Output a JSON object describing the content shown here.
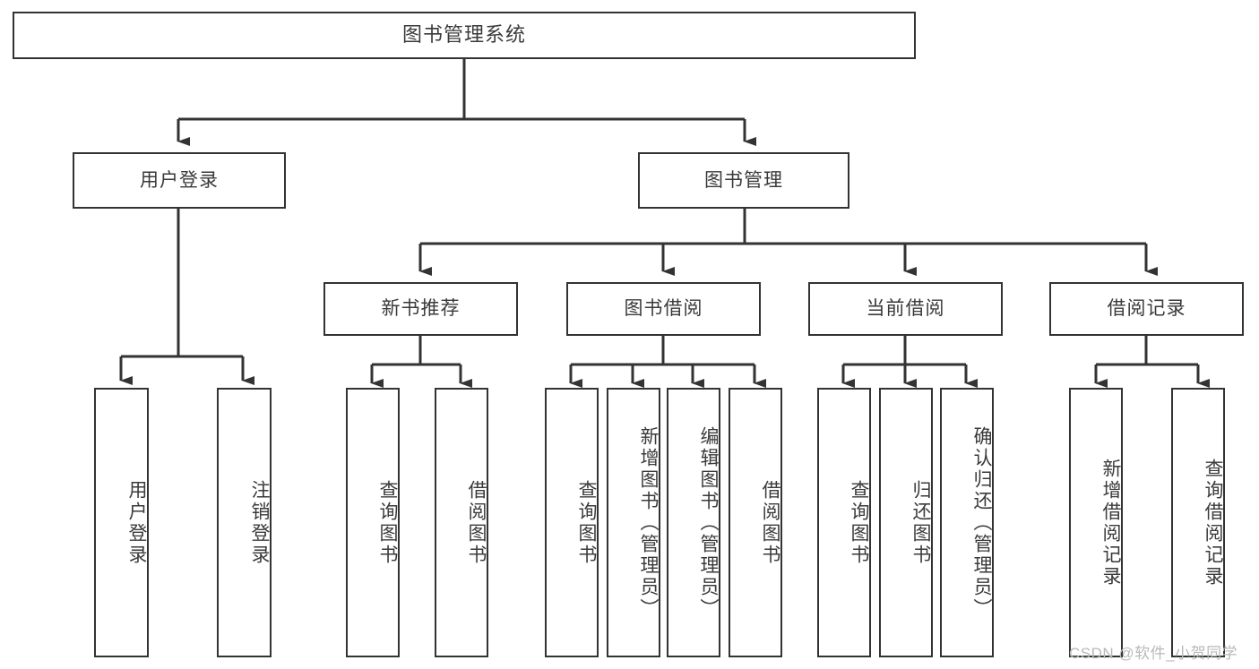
{
  "diagram": {
    "title": "图书管理系统",
    "type": "hierarchy-tree",
    "root": {
      "label": "图书管理系统"
    },
    "level2": [
      {
        "label": "用户登录"
      },
      {
        "label": "图书管理"
      }
    ],
    "level3": [
      {
        "label": "新书推荐"
      },
      {
        "label": "图书借阅"
      },
      {
        "label": "当前借阅"
      },
      {
        "label": "借阅记录"
      }
    ],
    "leaves": {
      "user_login": [
        {
          "label": "用户登录"
        },
        {
          "label": "注销登录"
        }
      ],
      "new_book_recommend": [
        {
          "label": "查询图书"
        },
        {
          "label": "借阅图书"
        }
      ],
      "book_borrow": [
        {
          "label": "查询图书"
        },
        {
          "label": "新增图书（管理员）"
        },
        {
          "label": "编辑图书（管理员）"
        },
        {
          "label": "借阅图书"
        }
      ],
      "current_borrow": [
        {
          "label": "查询图书"
        },
        {
          "label": "归还图书"
        },
        {
          "label": "确认归还（管理员）"
        }
      ],
      "borrow_record": [
        {
          "label": "新增借阅记录"
        },
        {
          "label": "查询借阅记录"
        }
      ]
    }
  },
  "watermark": {
    "text": "CSDN @软件_小贺同学"
  },
  "colors": {
    "stroke": "#333333",
    "text": "#3a3a3a",
    "background": "#ffffff",
    "watermark": "#b9b9b9"
  }
}
